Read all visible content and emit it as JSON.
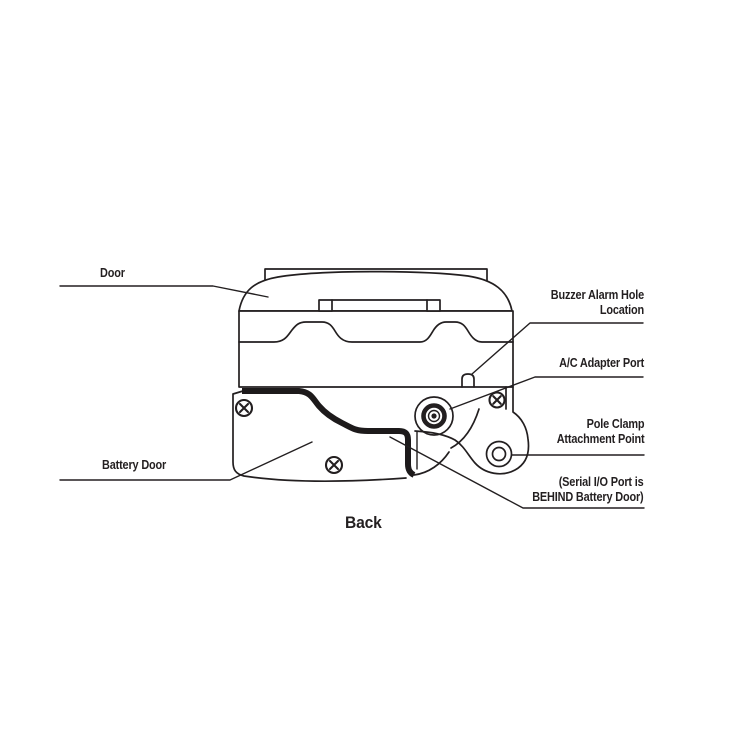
{
  "diagram": {
    "caption": "Back",
    "callouts": {
      "door": {
        "label": "Door"
      },
      "battery_door": {
        "label": "Battery Door"
      },
      "buzzer": {
        "line1": "Buzzer Alarm Hole",
        "line2": "Location"
      },
      "ac_adapter": {
        "label": "A/C Adapter Port"
      },
      "pole_clamp": {
        "line1": "Pole Clamp",
        "line2": "Attachment Point"
      },
      "serial_note": {
        "line1": "(Serial I/O Port is",
        "line2": "BEHIND Battery Door)"
      }
    },
    "colors": {
      "ink": "#231f20",
      "background": "#ffffff"
    }
  }
}
